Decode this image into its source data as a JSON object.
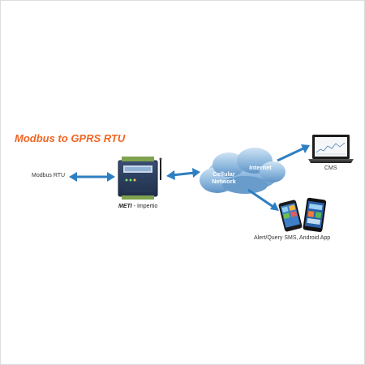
{
  "diagram": {
    "title": "Modbus to GPRS RTU",
    "title_color": "#f26522",
    "arrow_color": "#2e7fc2",
    "nodes": {
      "modbus_label": "Modbus RTU",
      "device_brand": "METI",
      "device_model": " - Impertio",
      "cloud_cellular_line1": "Cellular",
      "cloud_cellular_line2": "Network",
      "cloud_internet": "Internet",
      "cms_label": "CMS",
      "mobile_label": "Alert/Query SMS, Android App"
    },
    "icons": {
      "device": "rtu-device-icon",
      "cloud": "cloud-icon",
      "laptop": "laptop-icon",
      "phones": "smartphone-icon"
    }
  }
}
